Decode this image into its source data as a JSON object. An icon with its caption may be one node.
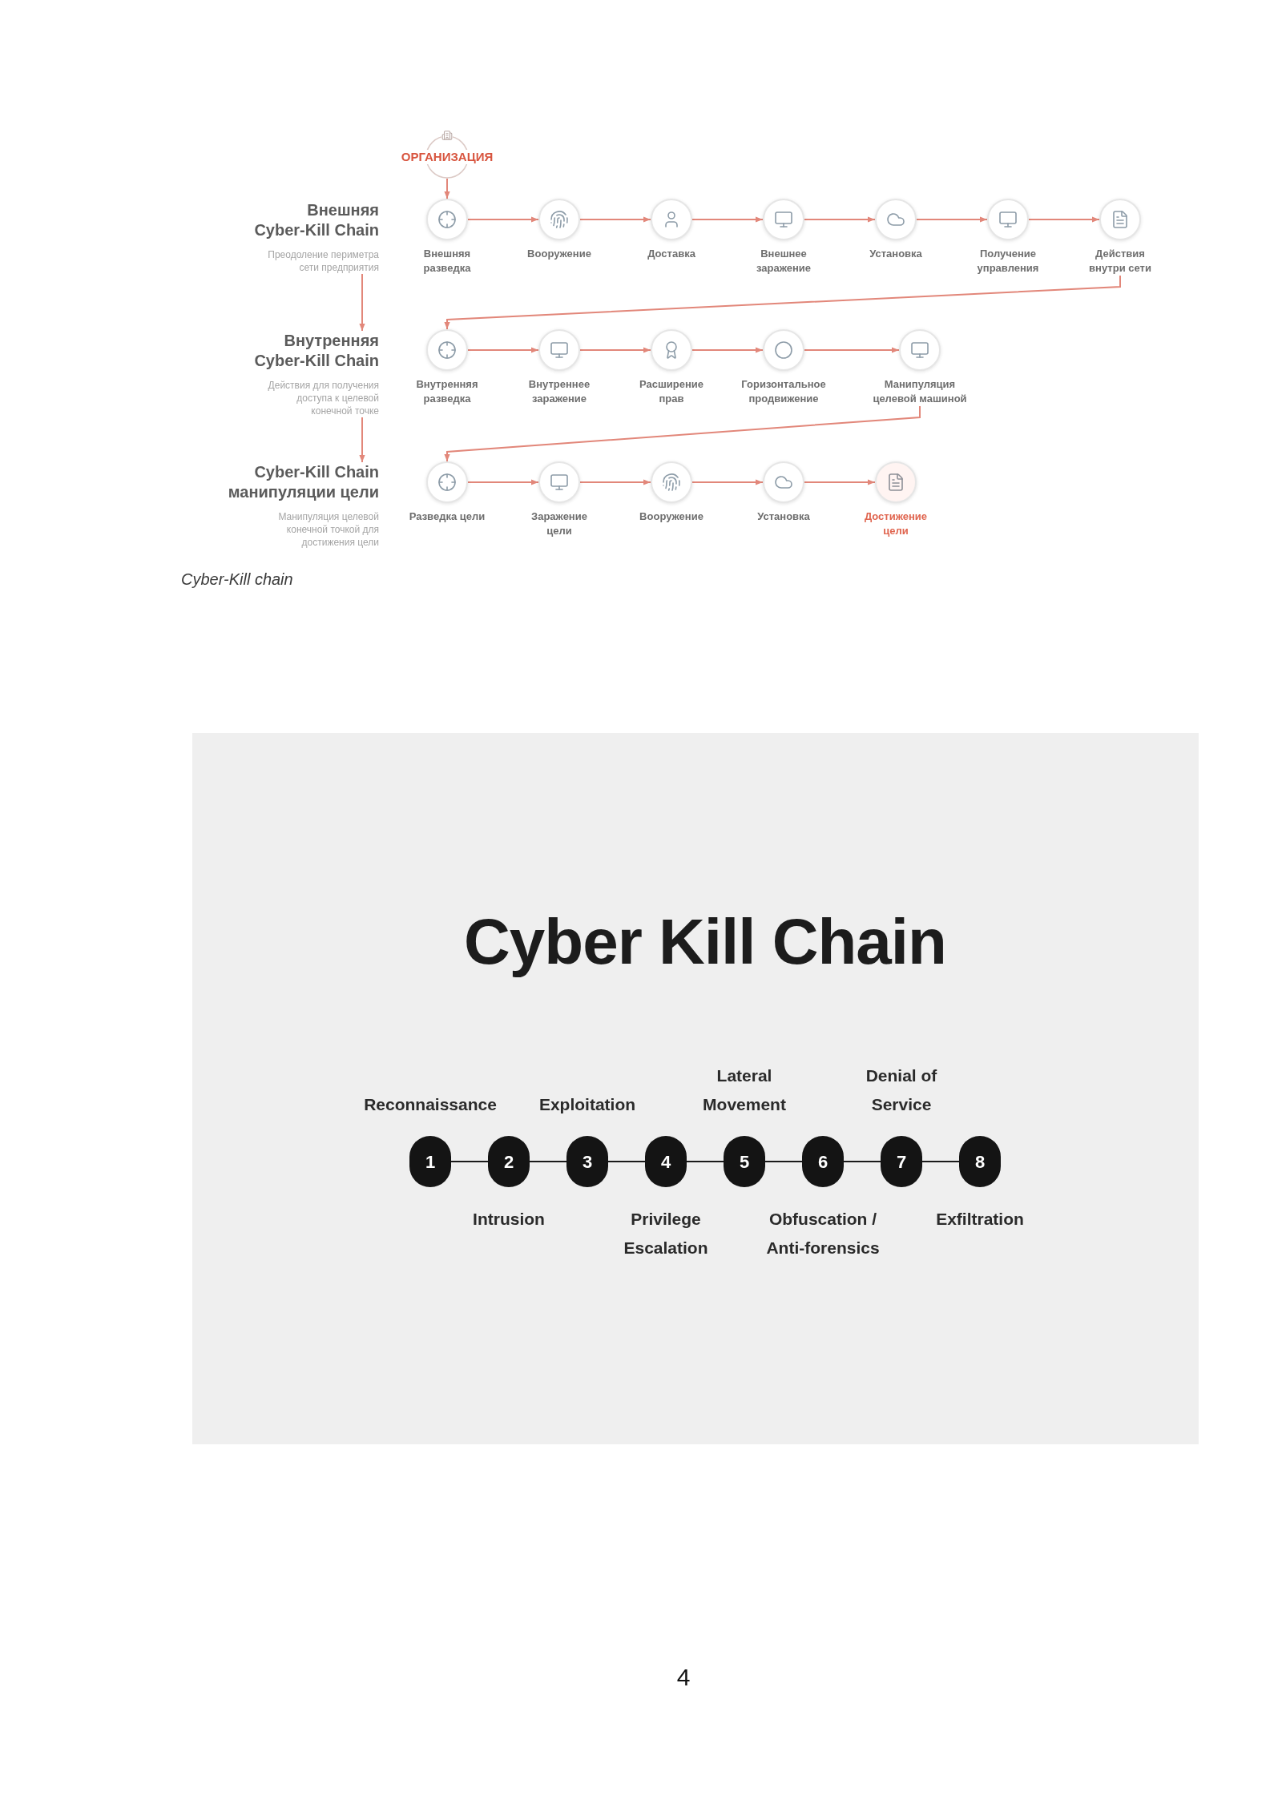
{
  "diagram": {
    "caption": "Cyber-Kill chain",
    "nodes": [
      {
        "text": [
          "ОРГАНИЗАЦИЯ"
        ]
      },
      {
        "text": [
          "Внешняя Cyber-Kill Chain",
          "Преодоление периметра сети предприятия"
        ]
      },
      {
        "text": [
          "Внешняя разведка"
        ]
      },
      {
        "text": [
          "Вооружение"
        ]
      },
      {
        "text": [
          "Доставка"
        ]
      },
      {
        "text": [
          "Внешнее заражение"
        ]
      },
      {
        "text": [
          "Установка"
        ]
      },
      {
        "text": [
          "Получение управления"
        ]
      },
      {
        "text": [
          "Действия внутри сети"
        ]
      },
      {
        "text": [
          "Внутренняя Cyber-Kill Chain",
          "Действия для получения доступа к целевой конечной точке"
        ]
      },
      {
        "text": [
          "Внутренняя разведка"
        ]
      },
      {
        "text": [
          "Внутреннее заражение"
        ]
      },
      {
        "text": [
          "Расширение прав"
        ]
      },
      {
        "text": [
          "Горизонтальное продвижение"
        ]
      },
      {
        "text": [
          "Манипуляция целевой машиной"
        ]
      },
      {
        "text": [
          "Cyber-Kill Chain манипуляции цели",
          "Манипуляция целевой конечной точкой для достижения цели"
        ]
      },
      {
        "text": [
          "Разведка цели"
        ]
      },
      {
        "text": [
          "Заражение цели"
        ]
      },
      {
        "text": [
          "Вооружение"
        ]
      },
      {
        "text": [
          "Установка"
        ]
      },
      {
        "text": [
          "Достижение цели"
        ]
      },
      {
        "text": [
          "Cyber Kill Chain"
        ]
      },
      {
        "text": [
          "1"
        ],
        "in": 21,
        "beside": [
          "Reconnaissance"
        ]
      },
      {
        "text": [
          "2"
        ],
        "in": 21,
        "beside": [
          "Intrusion"
        ]
      },
      {
        "text": [
          "3"
        ],
        "in": 21,
        "beside": [
          "Exploitation"
        ]
      },
      {
        "text": [
          "4"
        ],
        "in": 21,
        "beside": [
          "Privilege Escalation"
        ]
      },
      {
        "text": [
          "5"
        ],
        "in": 21,
        "beside": [
          "Lateral Movement"
        ]
      },
      {
        "text": [
          "6"
        ],
        "in": 21,
        "beside": [
          "Obfuscation / Anti-forensics"
        ]
      },
      {
        "text": [
          "7"
        ],
        "in": 21,
        "beside": [
          "Denial of Service"
        ]
      },
      {
        "text": [
          "8"
        ],
        "in": 21,
        "beside": [
          "Exfiltration"
        ]
      }
    ],
    "edges": [
      {
        "from": 0,
        "to": 2,
        "arrow": "to"
      },
      {
        "from": 2,
        "to": 3,
        "arrow": "to"
      },
      {
        "from": 3,
        "to": 4,
        "arrow": "to"
      },
      {
        "from": 4,
        "to": 5,
        "arrow": "to"
      },
      {
        "from": 5,
        "to": 6,
        "arrow": "to"
      },
      {
        "from": 6,
        "to": 7,
        "arrow": "to"
      },
      {
        "from": 7,
        "to": 8,
        "arrow": "to"
      },
      {
        "from": 8,
        "to": 10,
        "arrow": "to"
      },
      {
        "from": 10,
        "to": 11,
        "arrow": "to"
      },
      {
        "from": 11,
        "to": 12,
        "arrow": "to"
      },
      {
        "from": 12,
        "to": 13,
        "arrow": "to"
      },
      {
        "from": 13,
        "to": 14,
        "arrow": "to"
      },
      {
        "from": 14,
        "to": 16,
        "arrow": "to"
      },
      {
        "from": 16,
        "to": 17,
        "arrow": "to"
      },
      {
        "from": 17,
        "to": 18,
        "arrow": "to"
      },
      {
        "from": 18,
        "to": 19,
        "arrow": "to"
      },
      {
        "from": 19,
        "to": 20,
        "arrow": "to"
      },
      {
        "from": 1,
        "to": 9,
        "arrow": "to"
      },
      {
        "from": 9,
        "to": 15,
        "arrow": "to"
      },
      {
        "from": 22,
        "to": 23,
        "arrow": "none",
        "color": "#1a1a1a"
      },
      {
        "from": 23,
        "to": 24,
        "arrow": "none",
        "color": "#1a1a1a"
      },
      {
        "from": 24,
        "to": 25,
        "arrow": "none",
        "color": "#1a1a1a"
      },
      {
        "from": 25,
        "to": 26,
        "arrow": "none",
        "color": "#1a1a1a"
      },
      {
        "from": 26,
        "to": 27,
        "arrow": "none",
        "color": "#1a1a1a"
      },
      {
        "from": 27,
        "to": 28,
        "arrow": "none",
        "color": "#1a1a1a"
      },
      {
        "from": 28,
        "to": 29,
        "arrow": "none",
        "color": "#1a1a1a"
      }
    ],
    "labels": [
      "4"
    ]
  }
}
